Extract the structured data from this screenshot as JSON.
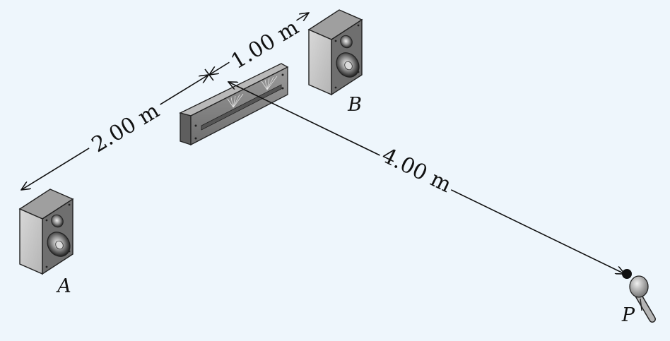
{
  "dimensions": {
    "a_to_amp": "2.00 m",
    "amp_to_b": "1.00 m",
    "amp_to_p": "4.00 m"
  },
  "points": {
    "speaker_a": "A",
    "speaker_b": "B",
    "listener": "P"
  },
  "colors": {
    "background": "#eef6fc",
    "line": "#111111",
    "speaker_side": "#6f6f6f",
    "speaker_front": "#c9c9c9",
    "amp_front": "#8a8a8a"
  }
}
